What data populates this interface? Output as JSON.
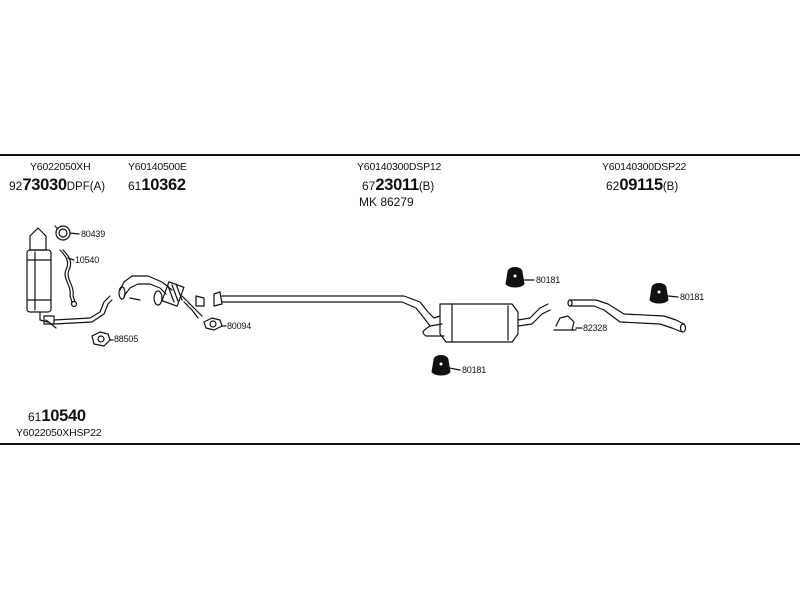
{
  "codes": {
    "front": "Y6022050XH",
    "second": "Y60140500E",
    "middle": "Y60140300DSP12",
    "rear": "Y60140300DSP22",
    "kit": "Y6022050XHSP22"
  },
  "parts": {
    "p1": {
      "prefix": "92",
      "number": "73030",
      "suffix": "DPF(A)"
    },
    "p2": {
      "prefix": "61",
      "number": "10362",
      "suffix": ""
    },
    "p3": {
      "prefix": "67",
      "number": "23011",
      "suffix": "(B)"
    },
    "p4": {
      "prefix": "62",
      "number": "09115",
      "suffix": "(B)"
    },
    "p5": {
      "prefix": "61",
      "number": "10540",
      "suffix": ""
    }
  },
  "mk": "MK  86279",
  "callouts": {
    "c80439": "80439",
    "c10540": "10540",
    "c88505": "88505",
    "c80094": "80094",
    "c80181a": "80181",
    "c80181b": "80181",
    "c80181c": "80181",
    "c82328": "82328"
  },
  "colors": {
    "line": "#111111",
    "background": "#ffffff"
  }
}
